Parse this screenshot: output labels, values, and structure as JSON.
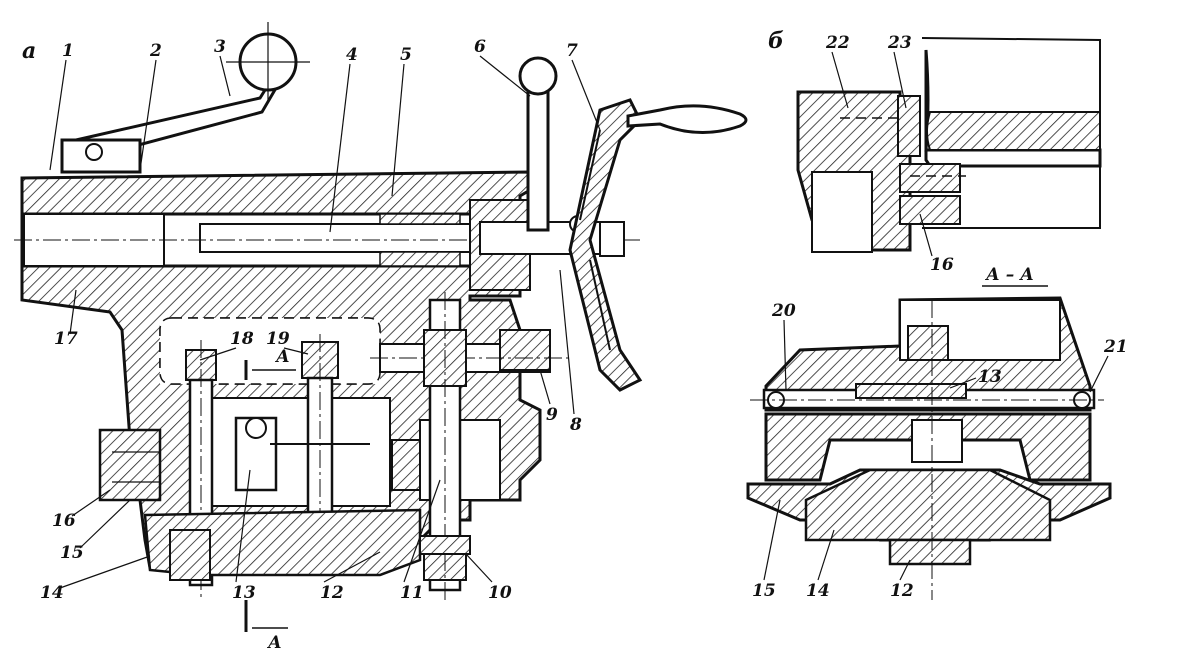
{
  "view_a": {
    "tag": "а",
    "callouts": [
      "1",
      "2",
      "3",
      "4",
      "5",
      "6",
      "7",
      "8",
      "9",
      "10",
      "11",
      "12",
      "13",
      "14",
      "15",
      "16",
      "17",
      "18",
      "19"
    ],
    "section_mark": "А"
  },
  "view_b": {
    "tag": "б",
    "callouts": [
      "22",
      "23",
      "16"
    ]
  },
  "view_aa": {
    "title": "А – А",
    "callouts": [
      "20",
      "21",
      "13",
      "15",
      "14",
      "12"
    ]
  }
}
